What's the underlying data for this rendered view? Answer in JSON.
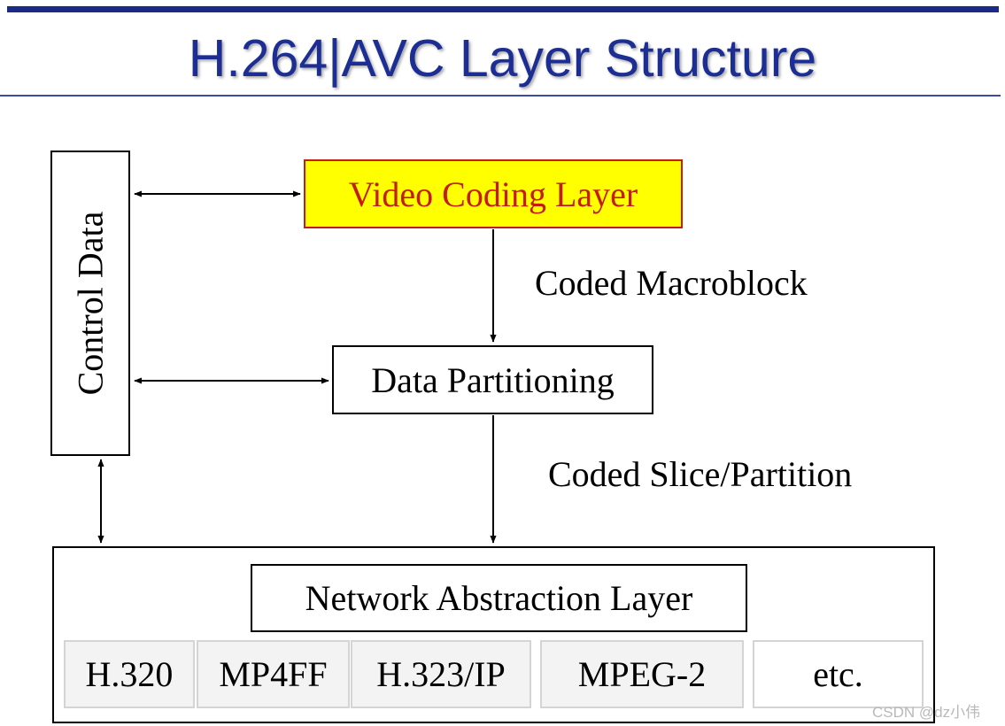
{
  "title": "H.264|AVC Layer Structure",
  "nodes": {
    "control_data": "Control Data",
    "video_coding_layer": "Video Coding Layer",
    "data_partitioning": "Data Partitioning",
    "network_abstraction_layer": "Network Abstraction Layer"
  },
  "edge_labels": {
    "coded_macroblock": "Coded Macroblock",
    "coded_slice_partition": "Coded Slice/Partition"
  },
  "protocols": [
    "H.320",
    "MP4FF",
    "H.323/IP",
    "MPEG-2",
    "etc."
  ],
  "watermark": "CSDN @dz小伟",
  "colors": {
    "title": "#1c2d93",
    "vcl_fill": "#ffff00",
    "vcl_text": "#c41c0f",
    "rule": "#1a2a86"
  }
}
